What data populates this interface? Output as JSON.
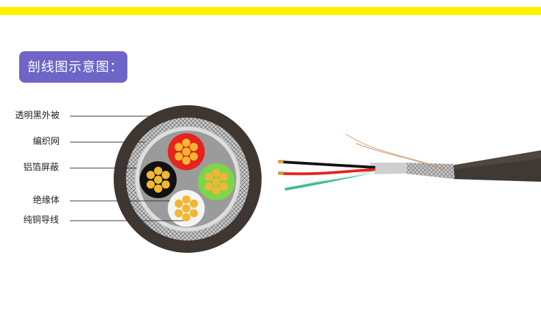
{
  "header": {
    "accent_color": "#fff200",
    "badge_title": "剖线图示意图：",
    "badge_color": "#6e65c9"
  },
  "diagram": {
    "labels": [
      {
        "id": "jacket",
        "text": "透明黑外被"
      },
      {
        "id": "braid",
        "text": "编织网"
      },
      {
        "id": "foil",
        "text": "铝箔屏蔽"
      },
      {
        "id": "insulation",
        "text": "绝缘体"
      },
      {
        "id": "conductor",
        "text": "纯铜导线"
      }
    ],
    "cores": [
      {
        "name": "red",
        "color": "#e8221c"
      },
      {
        "name": "black",
        "color": "#111111"
      },
      {
        "name": "green",
        "color": "#7cd64a"
      },
      {
        "name": "white",
        "color": "#f4f4f4"
      }
    ],
    "strand_color": "#f2b632",
    "jacket_color": "#3d3530",
    "braid_color": "#9a9a9a",
    "foil_color": "#d8d8d8",
    "filler_color": "#9b9b9b"
  },
  "photo": {
    "wire_colors": [
      "#e8221c",
      "#111111",
      "#3fbf8f",
      "#f2f2f2"
    ],
    "cable_color": "#3e3934"
  }
}
